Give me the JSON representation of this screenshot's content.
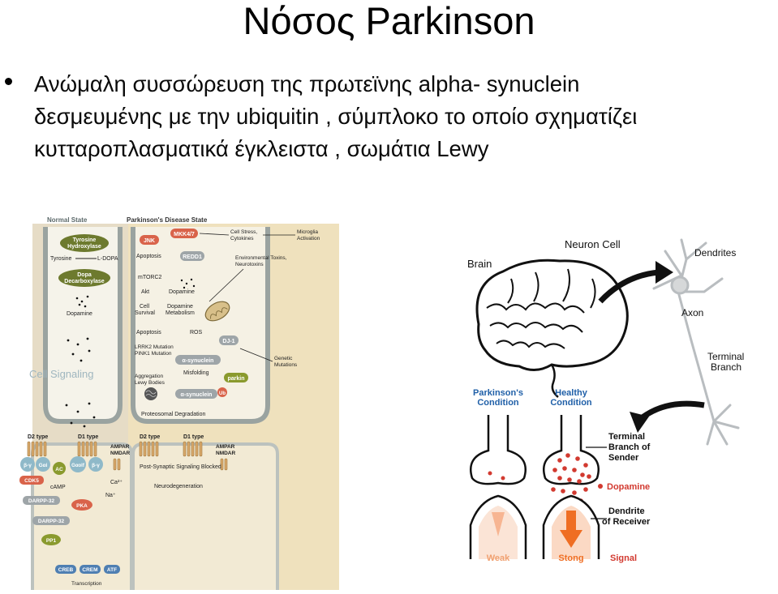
{
  "slide": {
    "title": "Νόσος Parkinson",
    "bullet_lines": [
      "Ανώμαλη συσσώρευση της πρωτεϊνης  alpha- synuclein",
      "δεσμευμένης με την ubiquitin , σύμπλοκο το οποίο σχηματίζει",
      "κυτταροπλασματικά έγκλειστα , σωμάτια Lewy"
    ]
  },
  "left_figure": {
    "normal_state": "Normal State",
    "pd_state": "Parkinson's Disease State",
    "tyrosine_hydroxylase": [
      "Tyrosine",
      "Hydroxylase"
    ],
    "tyrosine": "Tyrosine",
    "ldopa": "L-DOPA",
    "dopa_decarboxylase": [
      "Dopa",
      "Decarboxylase"
    ],
    "dopamine_left": "Dopamine",
    "cell_signaling": "Cell Signaling",
    "jnk": "JNK",
    "mkk47": "MKK4/7",
    "cell_stress": [
      "Cell Stress,",
      "Cytokines"
    ],
    "microglia": [
      "Microglia",
      "Activation"
    ],
    "apoptosis_top": "Apoptosis",
    "redd1": "REDD1",
    "env_toxins": [
      "Environmental Toxins,",
      "Neurotoxins"
    ],
    "mtorc2": "mTORC2",
    "akt": "Akt",
    "dopamine_mid": "Dopamine",
    "cell_survival": [
      "Cell",
      "Survival"
    ],
    "dopamine_metabolism": [
      "Dopamine",
      "Metabolism"
    ],
    "apoptosis_mid": "Apoptosis",
    "ros": "ROS",
    "dj1": "DJ-1",
    "lrrk2": "LRRK2  Mutation",
    "pink1": "PINK1 Mutation",
    "asyn1": "α-synuclein",
    "genetic": [
      "Genetic",
      "Mutations"
    ],
    "misfolding": "Misfolding",
    "aggregation": [
      "Aggregation",
      "Lewy Bodies"
    ],
    "parkin": "parkin",
    "asyn2": "α-synuclein",
    "ub": "Ub",
    "proteosomal": "Proteosomal Degradation",
    "d2_left": "D2 type",
    "d1_left": "D1 type",
    "ampar_left": [
      "AMPAR",
      "NMDAR"
    ],
    "d2_right": "D2 type",
    "d1_right": "D1 type",
    "ampar_right": [
      "AMPAR",
      "NMDAR"
    ],
    "bg": "β-γ",
    "gai": "Gαi",
    "ac": "AC",
    "gaolf": "Gαolf",
    "bg2": "β-γ",
    "cdk5": "CDK5",
    "camp": "cAMP",
    "ca": "Ca²⁺",
    "na": "Na⁺",
    "darpp1": "DARPP-32",
    "pka": "PKA",
    "darpp2": "DARPP-32",
    "pp1": "PP1",
    "creb": "CREB",
    "crem": "CREM",
    "atf": "ATF",
    "transcription": "Transcription",
    "post_syn": "Post-Synaptic Signaling Blocked",
    "neurodegeneration": "Neurodegeneration"
  },
  "right_figure": {
    "neuron_cell": "Neuron Cell",
    "dendrites": "Dendrites",
    "brain": "Brain",
    "axon": "Axon",
    "terminal_branch": [
      "Terminal",
      "Branch"
    ],
    "pd_condition": [
      "Parkinson's",
      "Condition"
    ],
    "healthy_condition": [
      "Healthy",
      "Condition"
    ],
    "terminal_sender": [
      "Terminal",
      "Branch of",
      "Sender"
    ],
    "dopamine": "Dopamine",
    "dendrite_receiver": [
      "Dendrite",
      "of Receiver"
    ],
    "weak": "Weak",
    "strong": "Stong",
    "signal": "Signal"
  }
}
